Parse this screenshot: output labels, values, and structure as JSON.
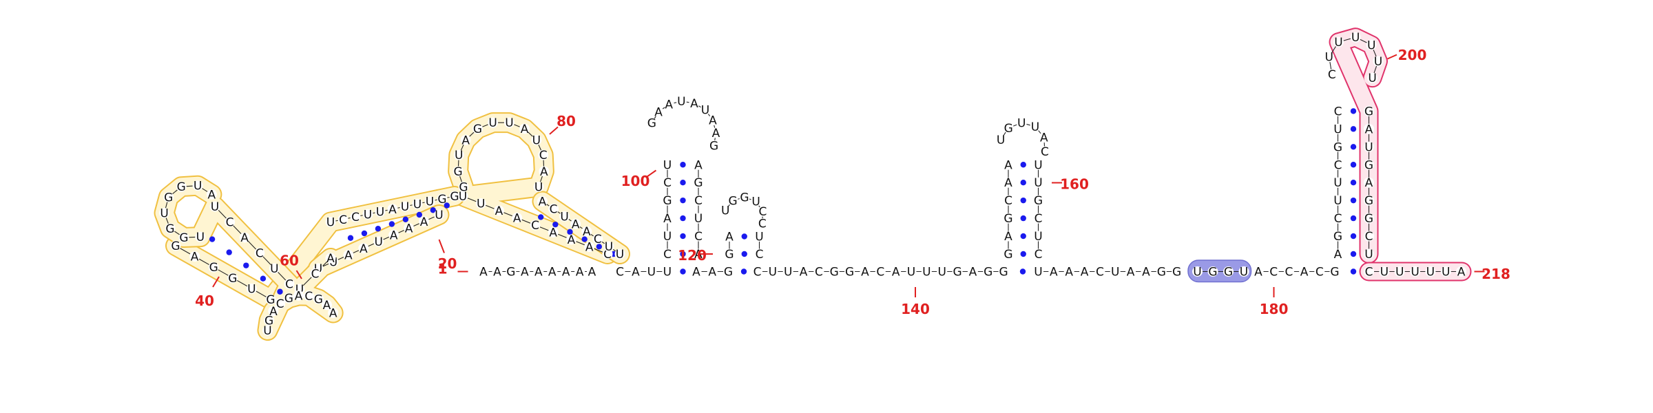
{
  "structure": {
    "sequence": "AAGAAAAAACAUUAAGCUUACGGACAUUUGAGGUAAACUAAGGUGGUACCACGCUUUUUA",
    "position_labels": [
      {
        "id": "1",
        "text": "1"
      },
      {
        "id": "20",
        "text": "20"
      },
      {
        "id": "40",
        "text": "40"
      },
      {
        "id": "60",
        "text": "60"
      },
      {
        "id": "80",
        "text": "80"
      },
      {
        "id": "100",
        "text": "100"
      },
      {
        "id": "120",
        "text": "120"
      },
      {
        "id": "140",
        "text": "140"
      },
      {
        "id": "160",
        "text": "160"
      },
      {
        "id": "180",
        "text": "180"
      },
      {
        "id": "200",
        "text": "200"
      },
      {
        "id": "218",
        "text": "218"
      }
    ],
    "colors": {
      "nucleotide": "#111111",
      "label": "#e02020",
      "base_pair": "#1a1aee",
      "highlight_yellow": "#f0c040",
      "highlight_pink": "#e0336b",
      "highlight_blue": "#9a9ae6"
    }
  }
}
